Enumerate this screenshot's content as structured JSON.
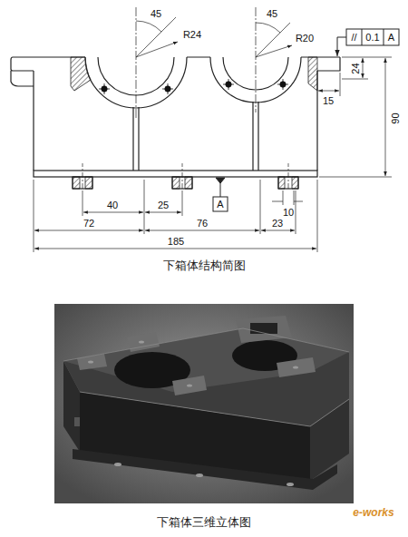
{
  "diagram": {
    "labels": [
      "45",
      "R24",
      "45",
      "R20",
      "//",
      "0.1",
      "A",
      "24",
      "90",
      "15",
      "40",
      "25",
      "72",
      "76",
      "23",
      "10",
      "A",
      "185",
      "下箱体结构简图",
      "下箱体三维立体图",
      "e-works"
    ]
  }
}
